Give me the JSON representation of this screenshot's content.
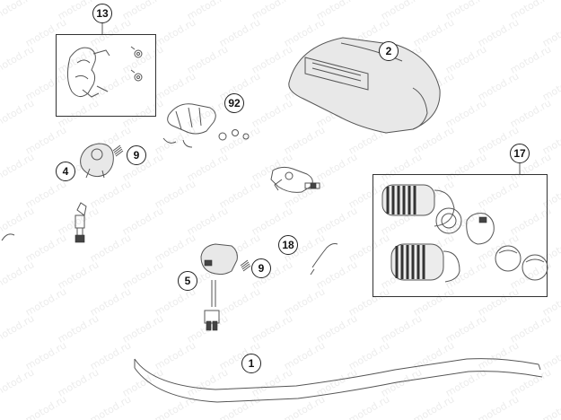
{
  "watermark": {
    "text": "motod.ru"
  },
  "callouts": {
    "c1": "1",
    "c2": "2",
    "c4": "4",
    "c5": "5",
    "c9a": "9",
    "c9b": "9",
    "c13": "13",
    "c17": "17",
    "c18": "18",
    "c92": "92"
  },
  "colors": {
    "line": "#555555",
    "watermark": "#ececec",
    "grip": "#333333"
  }
}
